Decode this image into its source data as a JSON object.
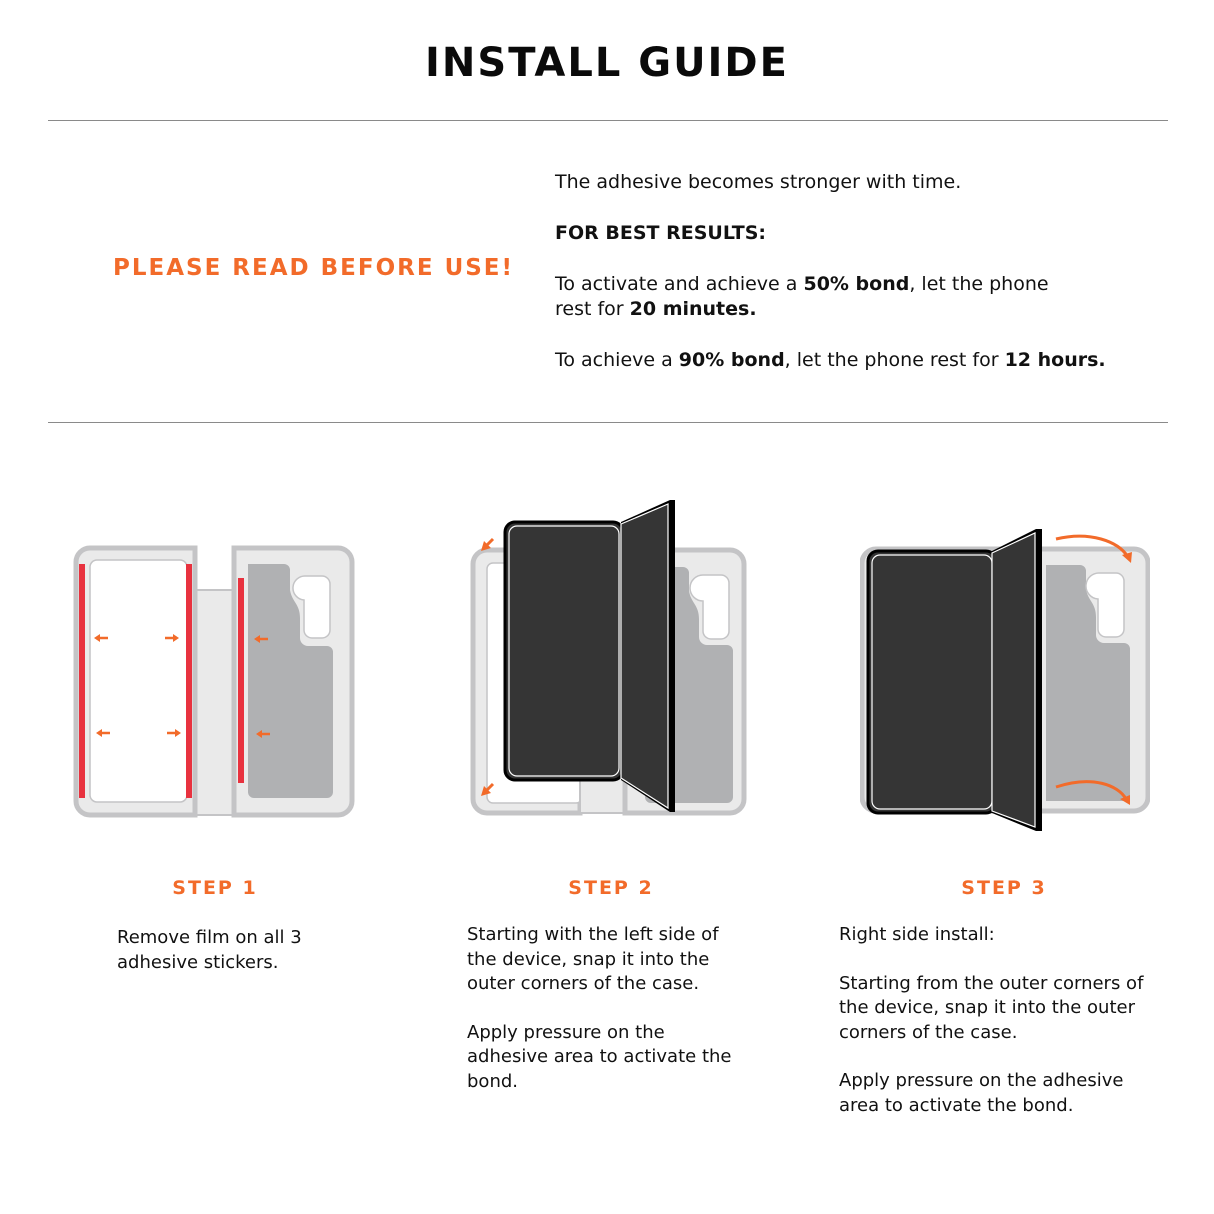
{
  "header": {
    "title": "INSTALL GUIDE"
  },
  "notice": {
    "heading": "PLEASE READ BEFORE USE!",
    "line1": "The adhesive becomes stronger with time.",
    "best_results": "FOR BEST RESULTS:",
    "p1": {
      "a": "To activate and achieve a ",
      "b1": "50% bond",
      "c": ", let the phone rest for ",
      "b2": "20 minutes",
      "d": "."
    },
    "p2": {
      "a": "To achieve a ",
      "b1": "90% bond",
      "c": ", let the phone rest for ",
      "b2": "12 hours",
      "d": "."
    }
  },
  "colors": {
    "accent": "#f26b2a",
    "adhesive": "#e8323f",
    "case_outline": "#c4c4c6",
    "case_fill": "#eaeaea",
    "case_inner": "#b0b1b3",
    "device": "#353535"
  },
  "steps": [
    {
      "label": "STEP 1",
      "paragraphs": [
        "Remove film on all 3 adhesive stickers."
      ]
    },
    {
      "label": "STEP 2",
      "paragraphs": [
        "Starting with the left side of the device, snap it into the outer corners of the case.",
        "Apply pressure on the adhesive area to activate the bond."
      ]
    },
    {
      "label": "STEP 3",
      "paragraphs": [
        "Right side install:",
        "Starting from the outer corners of the device, snap it into the outer corners of the case.",
        "Apply pressure on the adhesive area to activate the bond."
      ]
    }
  ]
}
